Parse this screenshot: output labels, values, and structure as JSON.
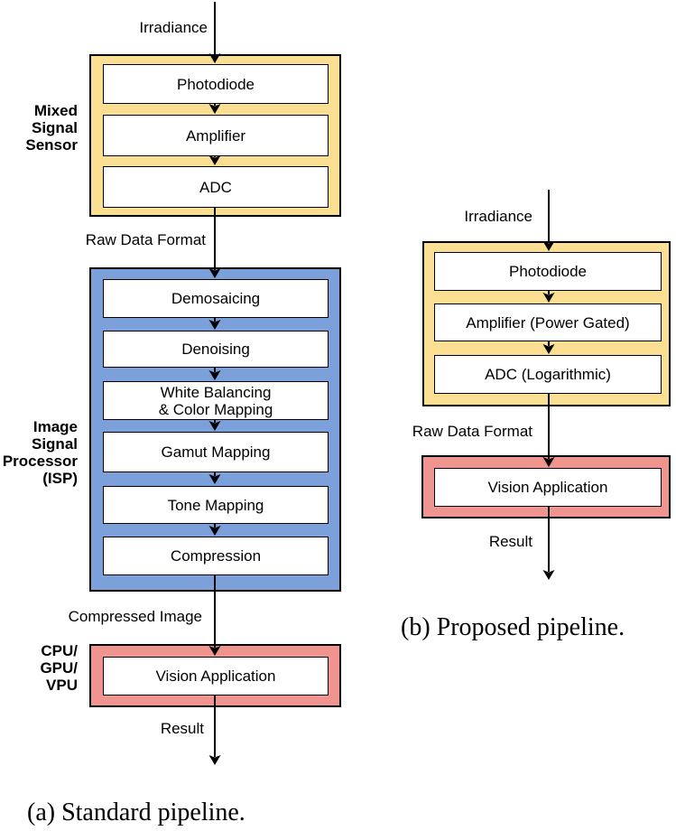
{
  "figure": {
    "type": "pipeline-comparison-diagram"
  },
  "colors": {
    "sensor_fill": "#FADE92",
    "isp_fill": "#7CA0DA",
    "compute_fill": "#F09490",
    "stage_fill": "#FFFFFF",
    "outline": "#000000"
  },
  "diagram_a": {
    "caption": "(a) Standard pipeline.",
    "labels": {
      "input": "Irradiance",
      "raw": "Raw Data Format",
      "compressed": "Compressed Image",
      "result": "Result"
    },
    "sensor_group": {
      "label": "Mixed\nSignal\nSensor",
      "stages": [
        "Photodiode",
        "Amplifier",
        "ADC"
      ]
    },
    "isp_group": {
      "label": "Image\nSignal\nProcessor\n(ISP)",
      "stages": [
        "Demosaicing",
        "Denoising",
        "White Balancing\n& Color Mapping",
        "Gamut Mapping",
        "Tone Mapping",
        "Compression"
      ]
    },
    "compute_group": {
      "label": "CPU/\nGPU/\nVPU",
      "stages": [
        "Vision Application"
      ]
    }
  },
  "diagram_b": {
    "caption": "(b) Proposed pipeline.",
    "labels": {
      "input": "Irradiance",
      "raw": "Raw Data Format",
      "result": "Result"
    },
    "sensor_group": {
      "stages": [
        "Photodiode",
        "Amplifier (Power Gated)",
        "ADC (Logarithmic)"
      ]
    },
    "compute_group": {
      "stages": [
        "Vision Application"
      ]
    }
  }
}
